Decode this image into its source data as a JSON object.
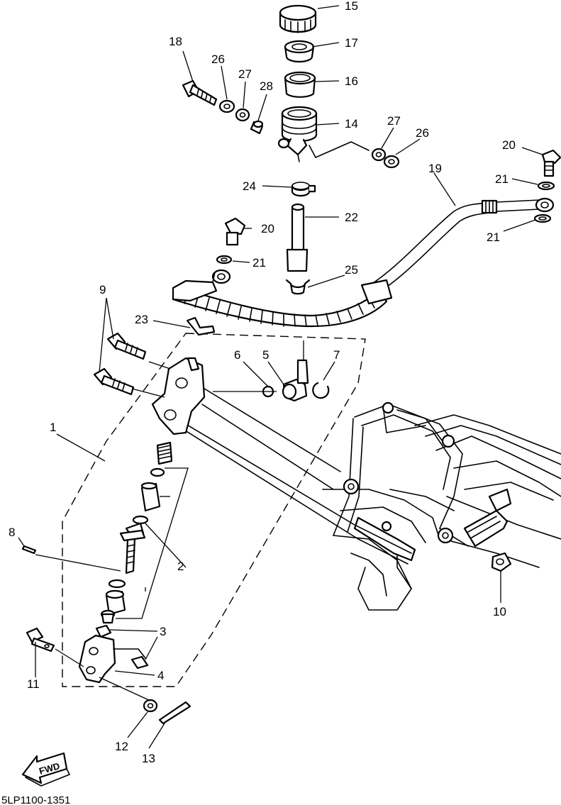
{
  "diagram_code": "5LP1100-1351",
  "fwd_label": "FWD",
  "callouts": {
    "c1": "1",
    "c2": "2",
    "c3": "3",
    "c4": "4",
    "c5": "5",
    "c6": "6",
    "c7": "7",
    "c8": "8",
    "c9": "9",
    "c10": "10",
    "c11": "11",
    "c12": "12",
    "c13": "13",
    "c14": "14",
    "c15": "15",
    "c16": "16",
    "c17": "17",
    "c18": "18",
    "c19": "19",
    "c20a": "20",
    "c20b": "20",
    "c21a": "21",
    "c21b": "21",
    "c21c": "21",
    "c22": "22",
    "c23": "23",
    "c24": "24",
    "c25": "25",
    "c26a": "26",
    "c26b": "26",
    "c27a": "27",
    "c27b": "27",
    "c28": "28"
  }
}
